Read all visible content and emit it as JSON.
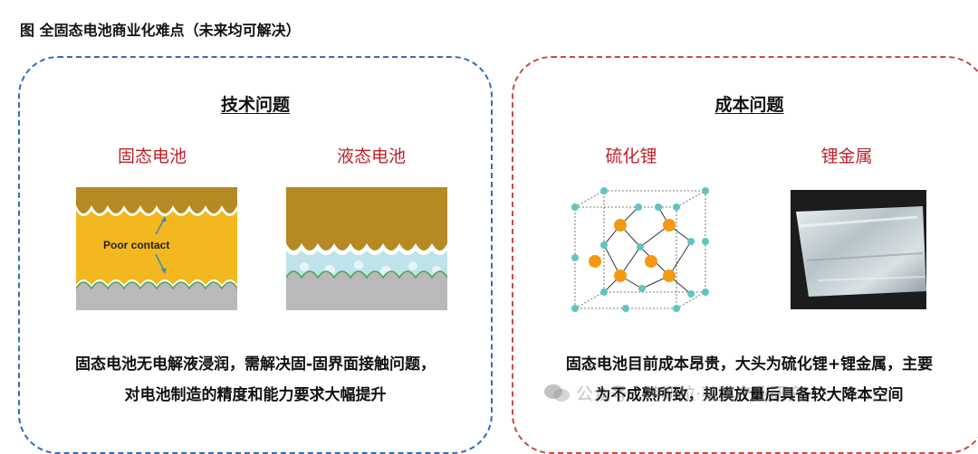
{
  "figure_title": "图 全固态电池商业化难点（未来均可解决）",
  "tech": {
    "title": "技术问题",
    "solid_label": "固态电池",
    "liquid_label": "液态电池",
    "poor_contact": "Poor contact",
    "text_line1": "固态电池无电解液浸润，需解决固-固界面接触问题，",
    "text_line2": "对电池制造的精度和能力要求大幅提升"
  },
  "cost": {
    "title": "成本问题",
    "sulfide_label": "硫化锂",
    "metal_label": "锂金属",
    "text_line1": "固态电池目前成本昂贵，大头为硫化锂+锂金属，主要",
    "text_line2": "为不成熟所致，规模放量后具备较大降本空间"
  },
  "watermark": "公众号 · 特斯拉·某某产业研究",
  "colors": {
    "tech_border": "#2e6fb7",
    "cost_border": "#c84a44",
    "subtitle_red": "#c0232b",
    "electrode_brown": "#b58a22",
    "electrolyte_yellow": "#f3b81f",
    "substrate_gray": "#b9b9b9",
    "node_orange": "#f39a13",
    "node_teal": "#5fc5c0"
  }
}
